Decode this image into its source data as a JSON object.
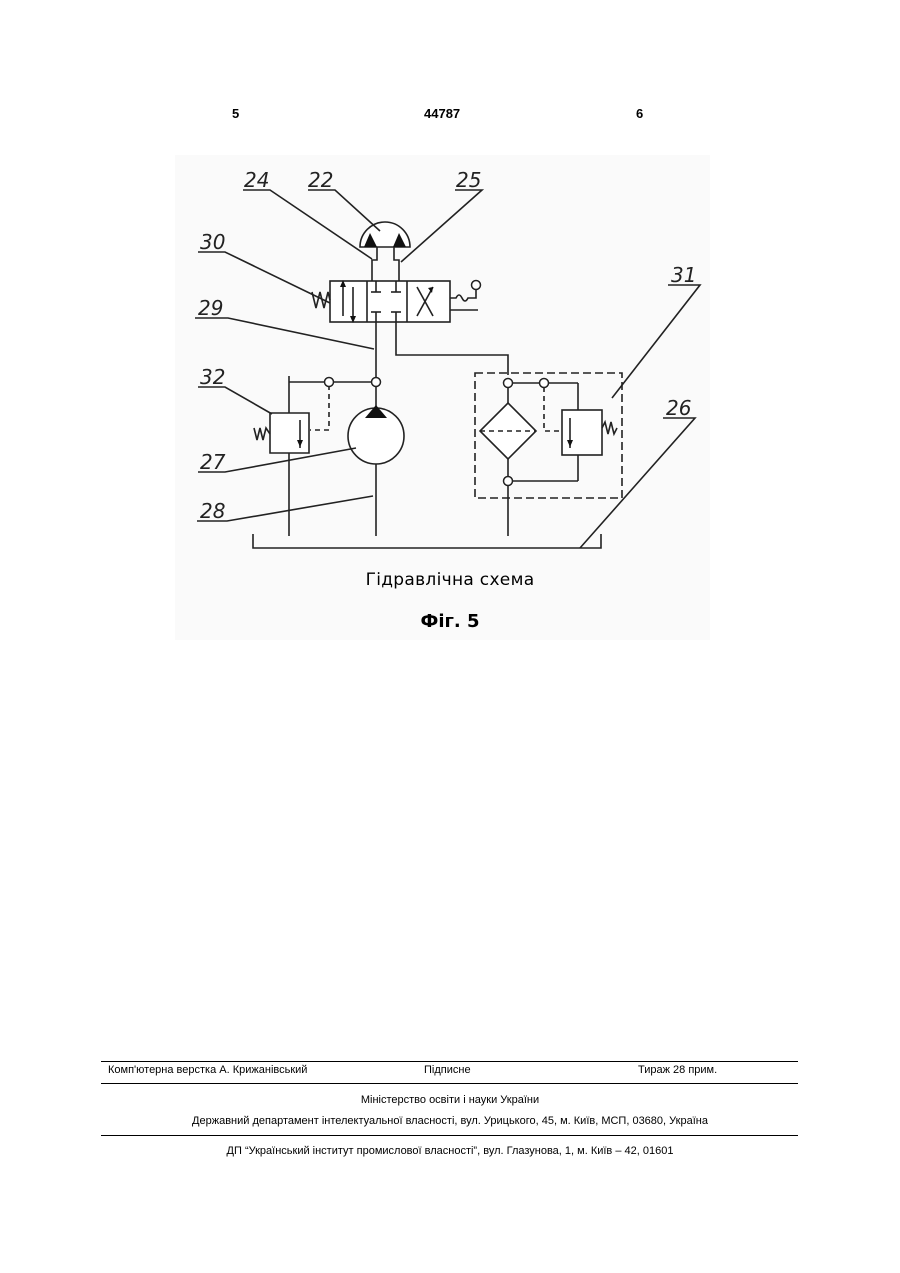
{
  "header": {
    "page_left": "5",
    "patent_number": "44787",
    "page_right": "6"
  },
  "figure": {
    "labels": [
      "22",
      "24",
      "25",
      "30",
      "29",
      "31",
      "32",
      "26",
      "27",
      "28"
    ],
    "caption": "Гідравлічна схема",
    "fig_label": "Фіг. 5"
  },
  "footer": {
    "typesetter": "Комп'ютерна верстка А. Крижанівський",
    "subscription": "Підписне",
    "circulation": "Тираж 28 прим.",
    "ministry": "Міністерство освіти і науки України",
    "department": "Державний департамент інтелектуальної власності, вул. Урицького, 45, м. Київ, МСП, 03680, Україна",
    "institute": "ДП “Український інститут промислової власності”, вул. Глазунова, 1, м. Київ – 42, 01601"
  }
}
